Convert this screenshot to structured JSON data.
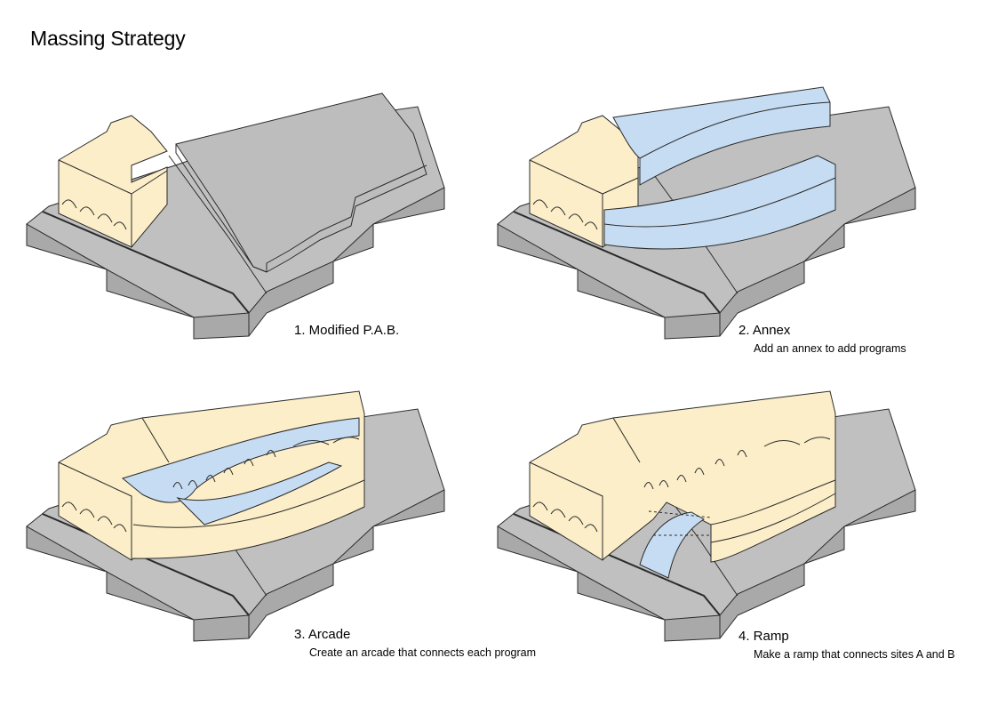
{
  "title": "Massing Strategy",
  "steps": [
    {
      "label": "1. Modified P.A.B.",
      "description": ""
    },
    {
      "label": "2. Annex",
      "description": "Add an annex to add programs"
    },
    {
      "label": "3. Arcade",
      "description": "Create an arcade that connects each program"
    },
    {
      "label": "4. Ramp",
      "description": "Make a ramp that connects sites A and B"
    }
  ],
  "colors": {
    "site_top": "#c0c0c0",
    "site_side": "#a9a9a9",
    "existing_building": "#fbeec8",
    "new_element": "#c6dcf2",
    "outline": "#2b2b2b"
  }
}
